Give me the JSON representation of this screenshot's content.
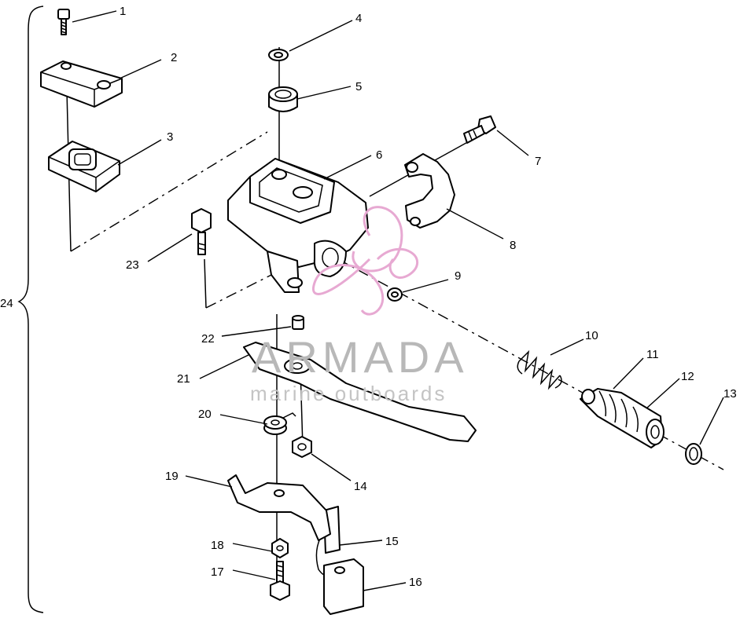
{
  "diagram": {
    "part_labels": [
      "1",
      "2",
      "3",
      "4",
      "5",
      "6",
      "7",
      "8",
      "9",
      "10",
      "11",
      "12",
      "13",
      "14",
      "15",
      "16",
      "17",
      "18",
      "19",
      "20",
      "21",
      "22",
      "23",
      "24"
    ]
  },
  "watermark": {
    "title": "ARMADA",
    "subtitle": "marine outboards",
    "logo_color": "#e7a9d2",
    "text_color": "#b8b8b8"
  }
}
